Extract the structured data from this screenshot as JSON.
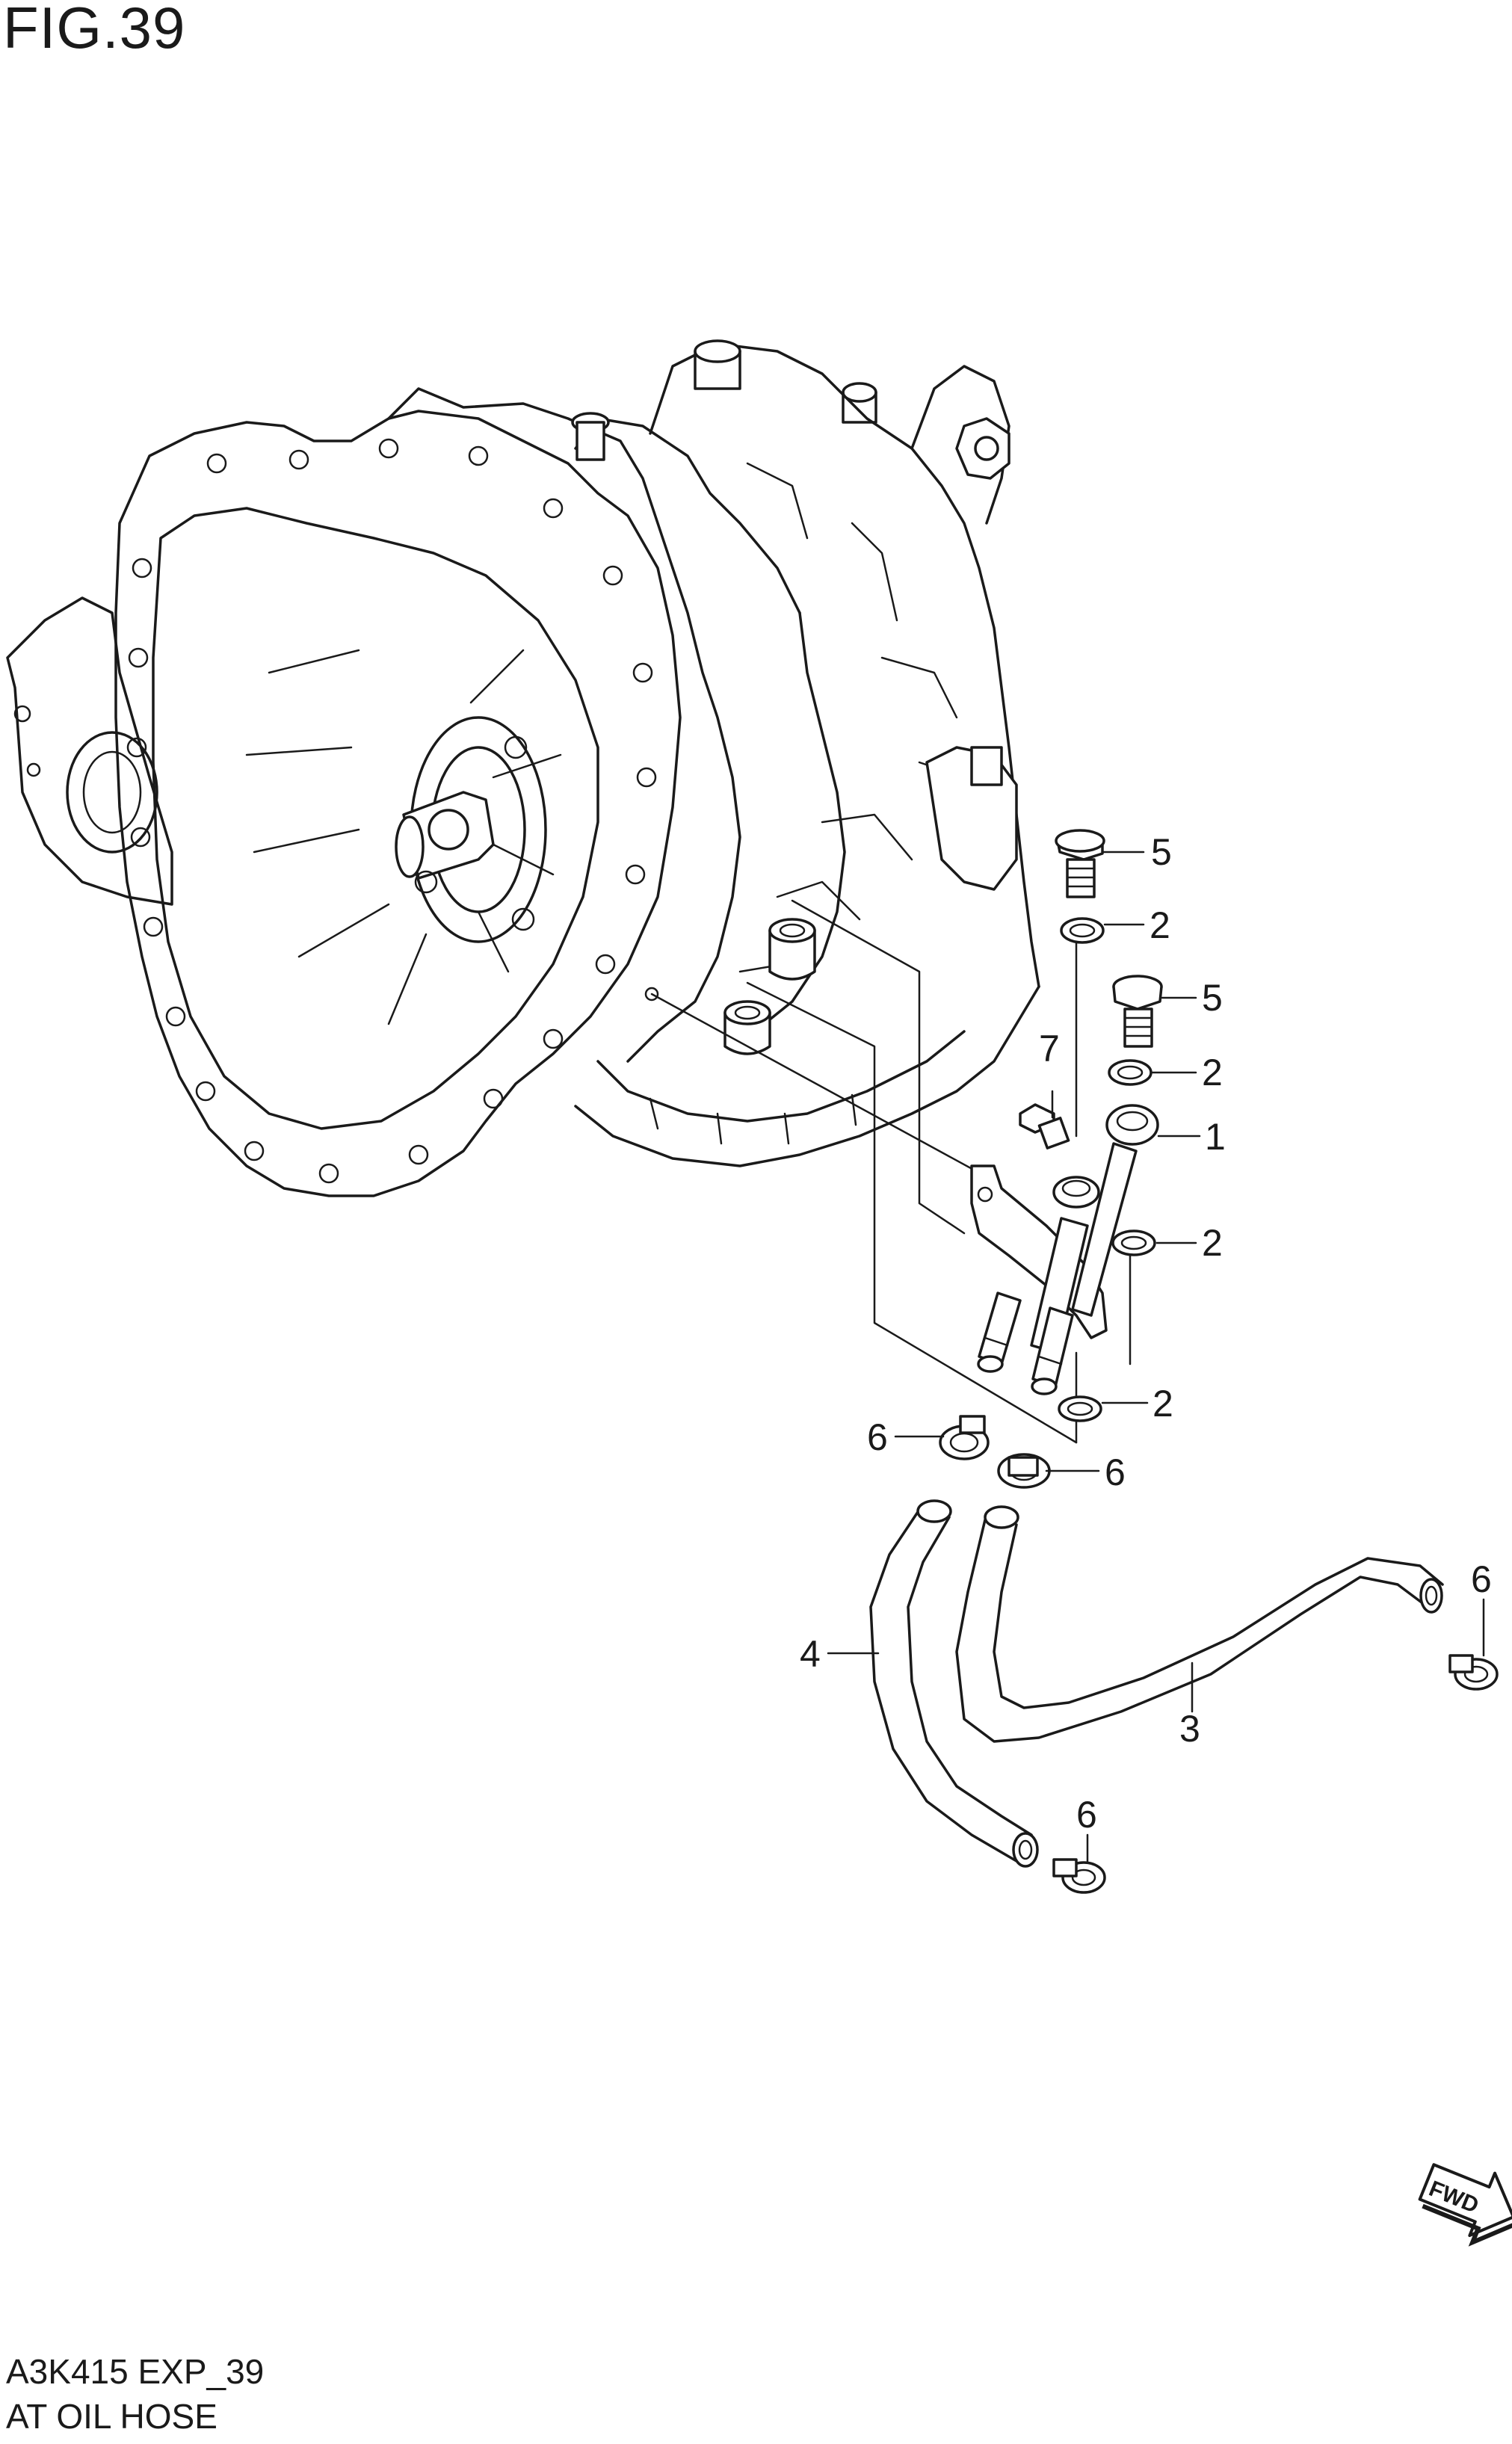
{
  "figure": {
    "title": "FIG.39"
  },
  "footer": {
    "code": "A3K415 EXP_39",
    "name": "AT OIL HOSE"
  },
  "callouts": {
    "c1": "1",
    "c2a": "2",
    "c2b": "2",
    "c2c": "2",
    "c2d": "2",
    "c3": "3",
    "c4": "4",
    "c5a": "5",
    "c5b": "5",
    "c6a": "6",
    "c6b": "6",
    "c6c": "6",
    "c6d": "6",
    "c7": "7"
  },
  "fwd_badge": {
    "label": "FWD"
  }
}
